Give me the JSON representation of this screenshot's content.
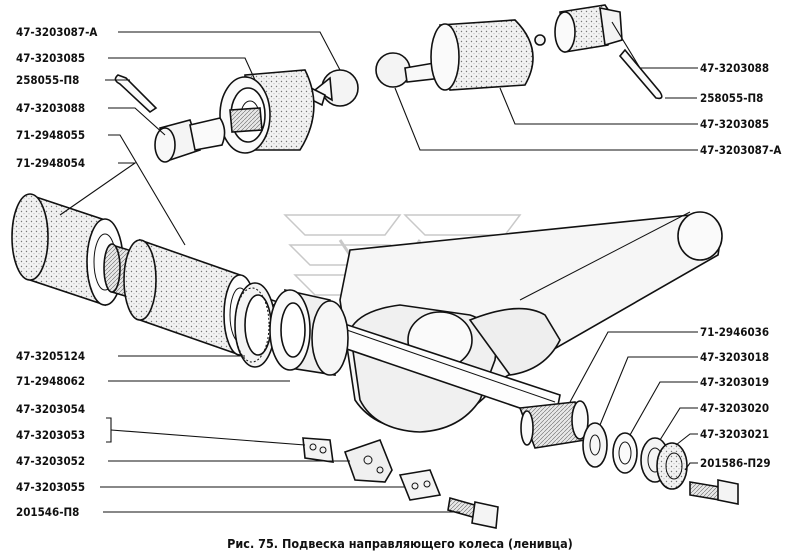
{
  "caption": "Рис. 75. Подвеска направляющего колеса (ленивца)",
  "labels_left": [
    "47-3203087-А",
    "47-3203085",
    "258055-П8",
    "47-3203088",
    "71-2948055",
    "71-2948054",
    "47-3205124",
    "71-2948062",
    "47-3203054",
    "47-3203053",
    "47-3203052",
    "47-3203055",
    "201546-П8"
  ],
  "labels_right": [
    "47-3203088",
    "258055-П8",
    "47-3203085",
    "47-3203087-А",
    "71-2946036",
    "47-3203018",
    "47-3203019",
    "47-3203020",
    "47-3203021",
    "201586-П29"
  ]
}
